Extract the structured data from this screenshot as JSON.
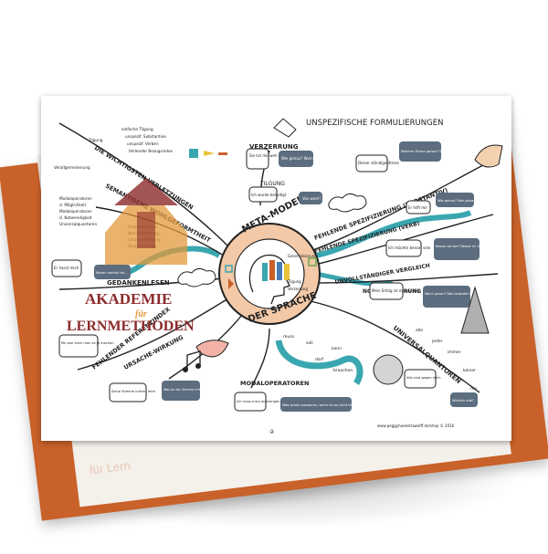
{
  "card": {
    "page_number": "②",
    "footer": "www.peggyhoekstrawolff.de/shop © 2016",
    "back_footer": "für Lern"
  },
  "center": {
    "top": "META-MODELL",
    "bottom": "DER SPRACHE",
    "tag1": "Generalisierung",
    "tag2": "Tilgung",
    "tag3": "Verzerrung"
  },
  "branches": {
    "unspezifisch": "UNSPEZIFISCHE FORMULIERUNGEN",
    "verzerrung": "VERZERRUNG",
    "tilgung": "TILGUNG",
    "fehlende_subst": "FEHLENDE SPEZIFIZIERUNG (SUBSTANTIV)",
    "fehlende_verb": "FEHLENDE SPEZIFIZIERUNG (VERB)",
    "unvollstaendig": "UNVOLLSTÄNDIGER VERGLEICH",
    "nominal": "NOMINALISIERUNG",
    "universal": "UNIVERSALQUANTOREN",
    "modal": "MODALOPERATOREN",
    "ursache": "URSACHE-WIRKUNG",
    "referenz": "FEHLENDER REFERENZINDEX",
    "gedanken": "GEDANKENLESEN",
    "semantisch": "SEMANTISCHE WOHLGEFORMTHEIT",
    "wichtigsten": "DIE WICHTIGSTEN VERLETZUNGEN"
  },
  "notes": {
    "n1": "Tilgung",
    "n2": "einfache Tilgung",
    "n3": "unspezif. Substantive",
    "n4": "unspezif. Verben",
    "n5": "fehlender Bezugsindex",
    "n6": "Verallgemeinerung",
    "n7": "Modaloperatoren",
    "n8": "d. Möglichkeit",
    "n9": "Modaloperatoren",
    "n10": "d. Notwendigkeit",
    "n11": "Universalquantoren",
    "n12": "Gedankenlesen",
    "n13": "Nominalisierung",
    "n14": "Ursache-Wirkung",
    "n15": "Voraussetzung",
    "n16": "kann",
    "n17": "muss",
    "n18": "soll",
    "n19": "darf",
    "n20": "brauchen",
    "n21": "alle",
    "n22": "jeder",
    "n23": "immer",
    "n24": "keiner",
    "n25": "nie"
  },
  "bubbles": {
    "b1": "Sie tut mir weh",
    "b2": "Wie genau? Womit?",
    "b3": "Ich wurde beleidigt",
    "b4": "Von wem?",
    "b5": "Dieser ständige Stress",
    "b6": "Welcher Stress genau? Wie ständig?",
    "b7": "Er hilft mir",
    "b8": "Wie genau? Wer genau?",
    "b9": "Ich möchte besser sein",
    "b10": "Besser als wer? Besser im Vergleich zu wem?",
    "b11": "Mein Erfolg ist mir wichtig",
    "b12": "Worin genau? Was bedeutet Erfolg für dich?",
    "b13": "Er hasst mich",
    "b14": "Woran merkst du...",
    "b15": "Mir war kann man es ja machen",
    "b16": "Seine Stimme irritiert mich",
    "b17": "Was an der Stimme irritiert dich?",
    "b18": "Ich muss mich anstrengen",
    "b19": "Was würde passieren, wenn du es nicht tätest?",
    "b20": "Alle sind gegen mich",
    "b21": "Wirklich alle?"
  },
  "logo": {
    "line1": "AKADEMIE",
    "line2": "für",
    "line3": "LERNMETHODEN"
  },
  "colors": {
    "orange": "#c9612a",
    "teal": "#3aa6b0",
    "bubble": "#5b6d7e",
    "logo_red": "#8c2b2b",
    "logo_orange": "#e39a3c",
    "center": "#f3c9a8"
  }
}
